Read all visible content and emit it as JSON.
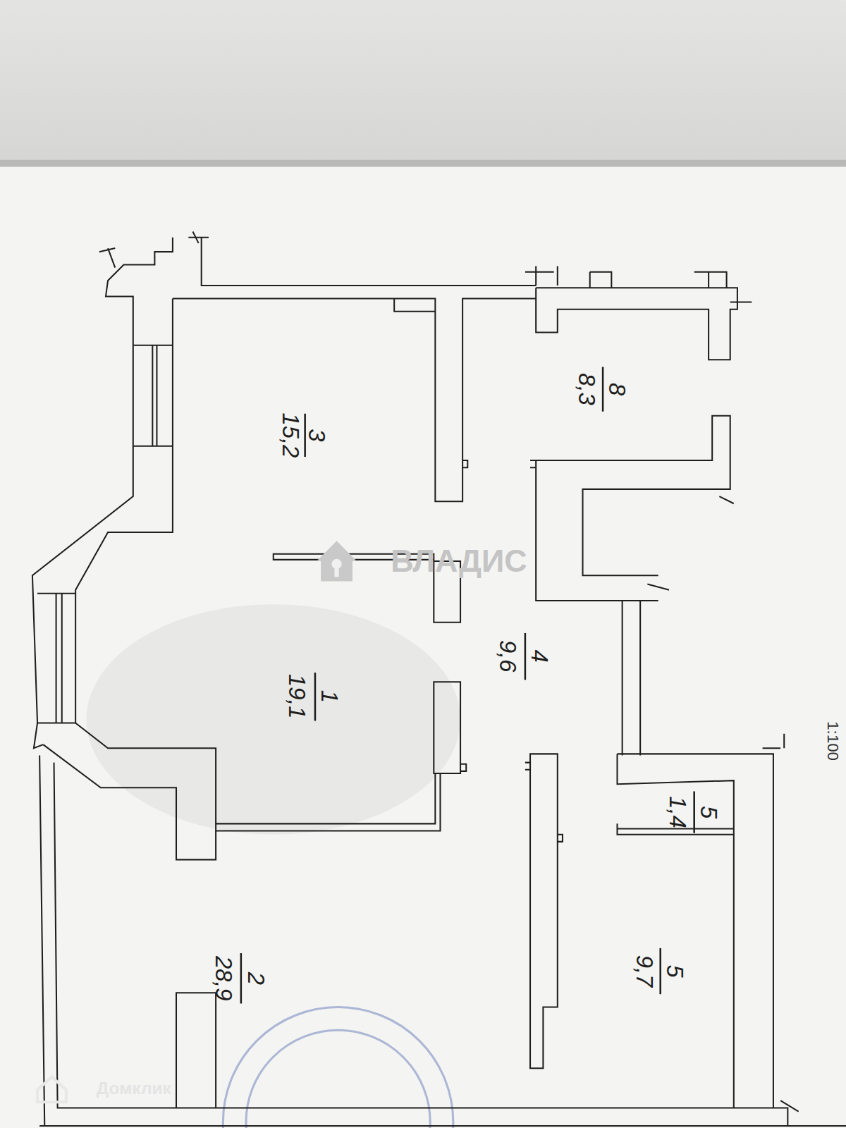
{
  "diagram": {
    "labels": [
      "3",
      "15,2",
      "8",
      "8,3",
      "1",
      "19,1",
      "4",
      "9,6",
      "5",
      "1,4",
      "2",
      "28,9",
      "5",
      "9,7",
      "ВЛАДИС",
      "Домклик",
      "1:100"
    ]
  }
}
